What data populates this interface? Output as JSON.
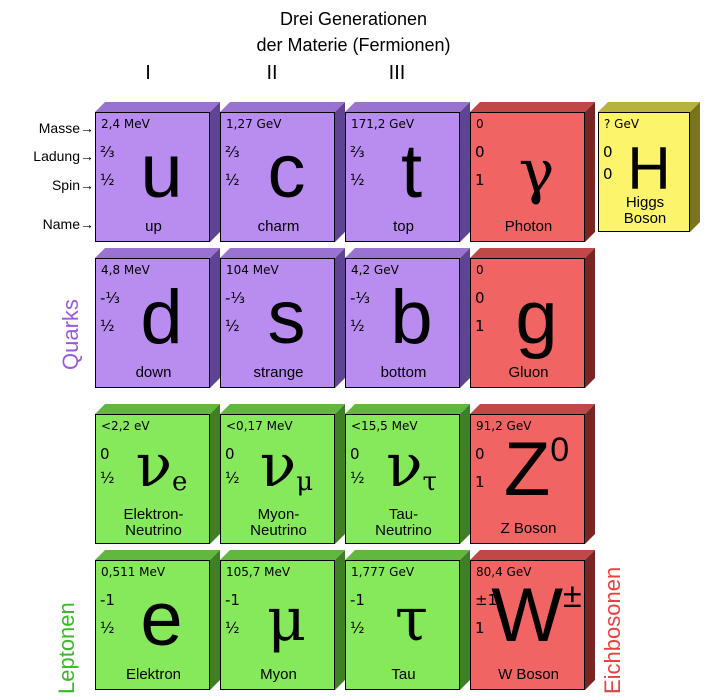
{
  "title": [
    "Drei Generationen",
    "der Materie (Fermionen)"
  ],
  "generations": [
    "I",
    "II",
    "III"
  ],
  "row_labels": [
    "Masse→",
    "Ladung→",
    "Spin→",
    "Name→"
  ],
  "group_labels": {
    "quarks": "Quarks",
    "leptons": "Leptonen",
    "bosons": "Eichbosonen"
  },
  "colors": {
    "quark": "#b98cf0",
    "lepton": "#86e85b",
    "boson": "#f06464",
    "higgs": "#fcf46a"
  },
  "particles": {
    "u": {
      "mass": "2,4 MeV",
      "charge": "⅔",
      "spin": "½",
      "symbol": "u",
      "name": "up"
    },
    "c": {
      "mass": "1,27 GeV",
      "charge": "⅔",
      "spin": "½",
      "symbol": "c",
      "name": "charm"
    },
    "t": {
      "mass": "171,2 GeV",
      "charge": "⅔",
      "spin": "½",
      "symbol": "t",
      "name": "top"
    },
    "d": {
      "mass": "4,8 MeV",
      "charge": "-⅓",
      "spin": "½",
      "symbol": "d",
      "name": "down"
    },
    "s": {
      "mass": "104 MeV",
      "charge": "-⅓",
      "spin": "½",
      "symbol": "s",
      "name": "strange"
    },
    "b": {
      "mass": "4,2 GeV",
      "charge": "-⅓",
      "spin": "½",
      "symbol": "b",
      "name": "bottom"
    },
    "nue": {
      "mass": "<2,2 eV",
      "charge": "0",
      "spin": "½",
      "symbol": "ν",
      "sub": "e",
      "name1": "Elektron-",
      "name2": "Neutrino"
    },
    "numu": {
      "mass": "<0,17 MeV",
      "charge": "0",
      "spin": "½",
      "symbol": "ν",
      "sub": "μ",
      "name1": "Myon-",
      "name2": "Neutrino"
    },
    "nutau": {
      "mass": "<15,5 MeV",
      "charge": "0",
      "spin": "½",
      "symbol": "ν",
      "sub": "τ",
      "name1": "Tau-",
      "name2": "Neutrino"
    },
    "e": {
      "mass": "0,511 MeV",
      "charge": "-1",
      "spin": "½",
      "symbol": "e",
      "name": "Elektron"
    },
    "mu": {
      "mass": "105,7 MeV",
      "charge": "-1",
      "spin": "½",
      "symbol": "μ",
      "name": "Myon"
    },
    "tau": {
      "mass": "1,777 GeV",
      "charge": "-1",
      "spin": "½",
      "symbol": "τ",
      "name": "Tau"
    },
    "photon": {
      "mass": "0",
      "charge": "0",
      "spin": "1",
      "symbol": "γ",
      "name": "Photon"
    },
    "gluon": {
      "mass": "0",
      "charge": "0",
      "spin": "1",
      "symbol": "g",
      "name": "Gluon"
    },
    "z": {
      "mass": "91,2 GeV",
      "charge": "0",
      "spin": "1",
      "symbol": "Z",
      "sup": "0",
      "name": "Z Boson"
    },
    "w": {
      "mass": "80,4 GeV",
      "charge": "±1",
      "spin": "1",
      "symbol": "W",
      "sup": "±",
      "name": "W Boson"
    },
    "higgs": {
      "mass": "? GeV",
      "charge": "0",
      "spin": "0",
      "symbol": "H",
      "name1": "Higgs",
      "name2": "Boson"
    }
  }
}
